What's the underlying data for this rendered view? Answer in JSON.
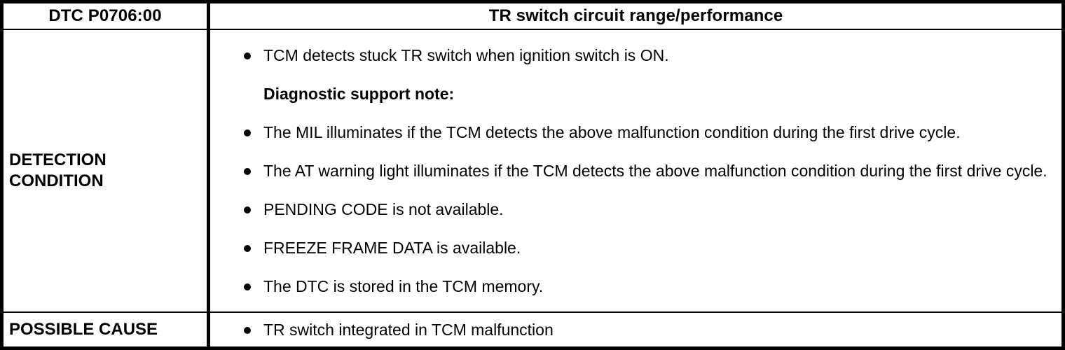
{
  "table": {
    "rows": [
      {
        "label": "DTC P0706:00",
        "title": "TR switch circuit range/performance"
      },
      {
        "label": "DETECTION\nCONDITION",
        "items": [
          {
            "kind": "bullet",
            "text": "TCM detects stuck TR switch when ignition switch is ON."
          },
          {
            "kind": "note",
            "text": "Diagnostic support note:"
          },
          {
            "kind": "bullet",
            "text": "The MIL illuminates if the TCM detects the above malfunction condition during the first drive cycle."
          },
          {
            "kind": "bullet",
            "text": "The AT warning light illuminates if the TCM detects the above malfunction condition during the first drive cycle."
          },
          {
            "kind": "bullet",
            "text": "PENDING CODE is not available."
          },
          {
            "kind": "bullet",
            "text": "FREEZE FRAME DATA is available."
          },
          {
            "kind": "bullet",
            "text": "The DTC is stored in the TCM memory."
          }
        ]
      },
      {
        "label": "POSSIBLE CAUSE",
        "items": [
          {
            "kind": "bullet",
            "text": "TR switch integrated in TCM malfunction"
          }
        ]
      }
    ]
  },
  "colors": {
    "border": "#000000",
    "text": "#000000",
    "background": "#ffffff"
  }
}
